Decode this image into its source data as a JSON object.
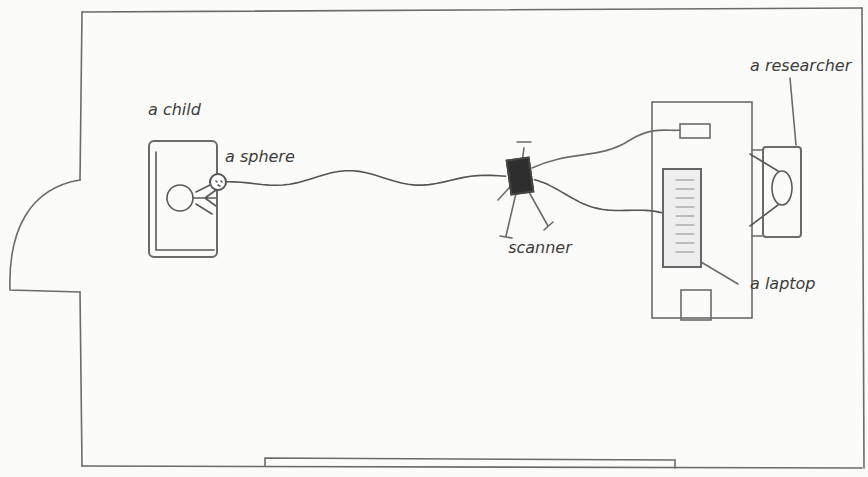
{
  "diagram": {
    "nodes": [
      {
        "text": [
          "a child"
        ]
      },
      {
        "text": [
          "a sphere"
        ]
      },
      {
        "text": [
          "scanner"
        ]
      },
      {
        "text": [
          "a laptop"
        ]
      },
      {
        "text": [
          "a researcher"
        ]
      }
    ],
    "edges": [
      {
        "from": 1,
        "to": 2,
        "arrow": "none"
      },
      {
        "from": 2,
        "to": 3,
        "arrow": "none"
      }
    ]
  }
}
